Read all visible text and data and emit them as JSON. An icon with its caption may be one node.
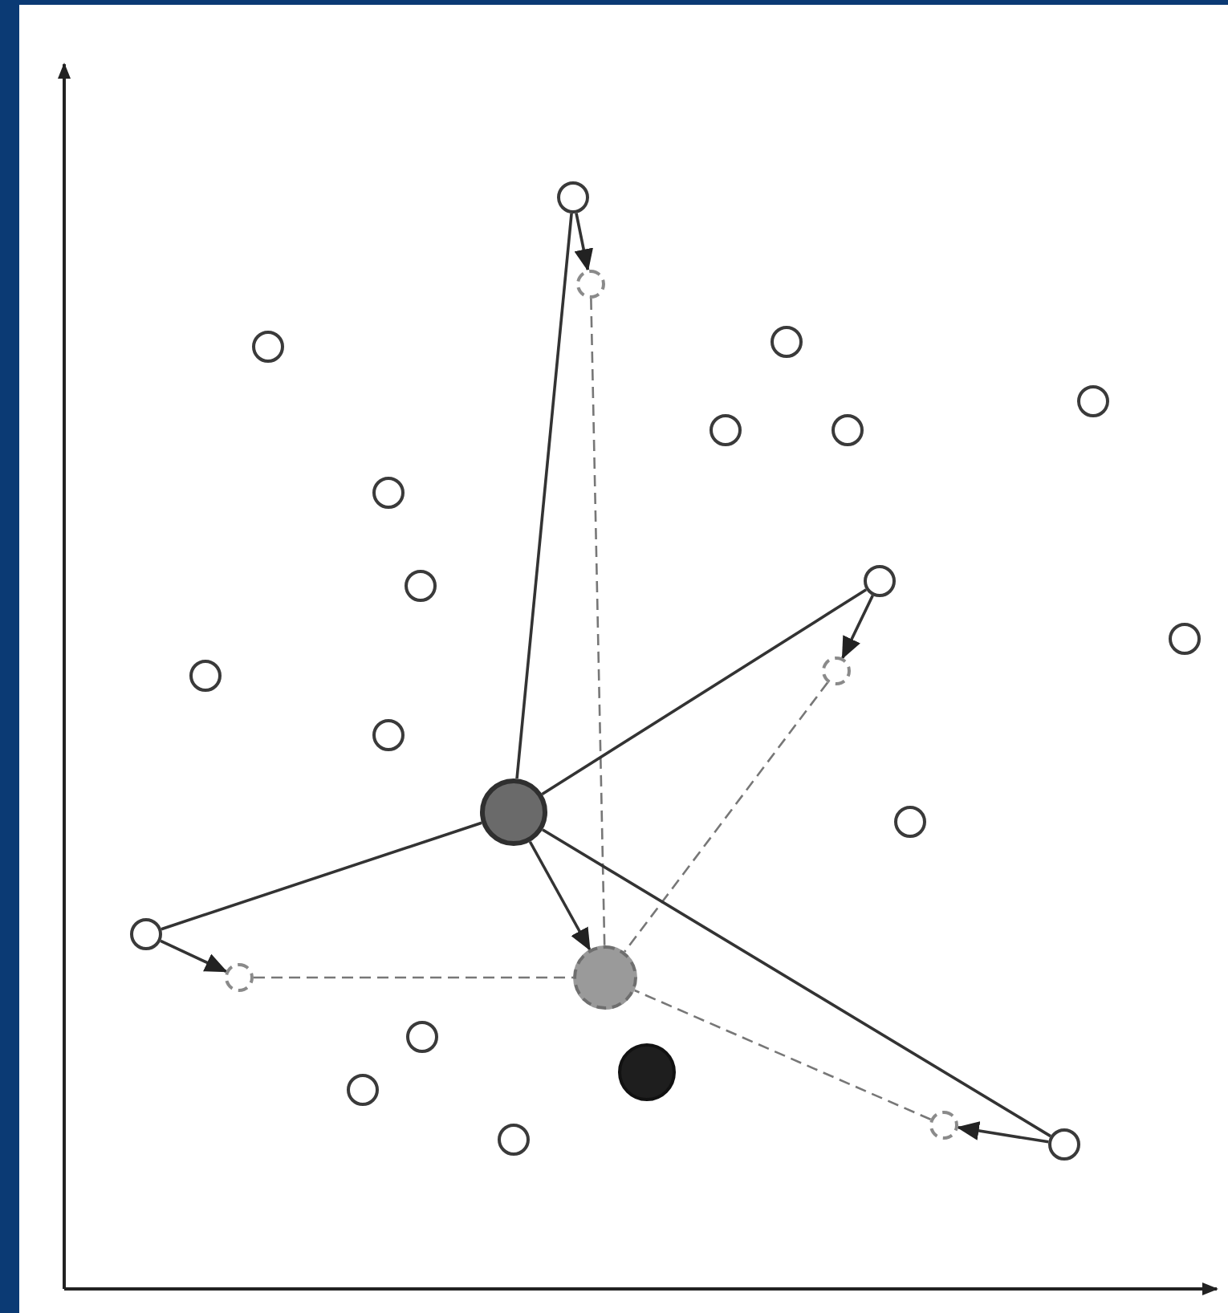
{
  "diagram": {
    "nodes": [
      {
        "text": [],
        "shape": "circle"
      },
      {
        "text": [],
        "shape": "circle"
      },
      {
        "text": [],
        "shape": "circle"
      },
      {
        "text": [],
        "shape": "circle"
      },
      {
        "text": [],
        "shape": "circle"
      },
      {
        "text": [],
        "shape": "circle"
      },
      {
        "text": [],
        "shape": "circle"
      },
      {
        "text": [],
        "shape": "circle"
      },
      {
        "text": [],
        "shape": "circle"
      },
      {
        "text": [],
        "shape": "circle"
      },
      {
        "text": [],
        "shape": "circle"
      },
      {
        "text": [],
        "shape": "circle"
      },
      {
        "text": [],
        "shape": "circle"
      },
      {
        "text": [],
        "shape": "circle"
      },
      {
        "text": [],
        "shape": "circle"
      },
      {
        "text": [],
        "shape": "circle"
      },
      {
        "text": [],
        "shape": "circle"
      },
      {
        "text": [],
        "shape": "circle"
      },
      {
        "text": [],
        "shape": "circle"
      },
      {
        "text": [],
        "shape": "circle"
      },
      {
        "text": [],
        "shape": "circle"
      },
      {
        "text": [],
        "shape": "circle"
      },
      {
        "text": [],
        "shape": "circle"
      },
      {
        "text": [],
        "shape": "circle"
      },
      {
        "text": [],
        "shape": "circle"
      }
    ],
    "edges": [
      {
        "from": 14,
        "to": 0,
        "arrow": "none"
      },
      {
        "from": 0,
        "to": 1,
        "arrow": "to"
      },
      {
        "from": 1,
        "to": 18,
        "arrow": "none",
        "style": "dashed"
      },
      {
        "from": 14,
        "to": 9,
        "arrow": "none"
      },
      {
        "from": 9,
        "to": 10,
        "arrow": "to"
      },
      {
        "from": 10,
        "to": 18,
        "arrow": "none",
        "style": "dashed"
      },
      {
        "from": 14,
        "to": 16,
        "arrow": "none"
      },
      {
        "from": 16,
        "to": 17,
        "arrow": "to"
      },
      {
        "from": 17,
        "to": 18,
        "arrow": "none",
        "style": "dashed"
      },
      {
        "from": 14,
        "to": 23,
        "arrow": "none"
      },
      {
        "from": 23,
        "to": 22,
        "arrow": "to"
      },
      {
        "from": 22,
        "to": 18,
        "arrow": "none",
        "style": "dashed"
      },
      {
        "from": 14,
        "to": 18,
        "arrow": "to"
      }
    ]
  }
}
